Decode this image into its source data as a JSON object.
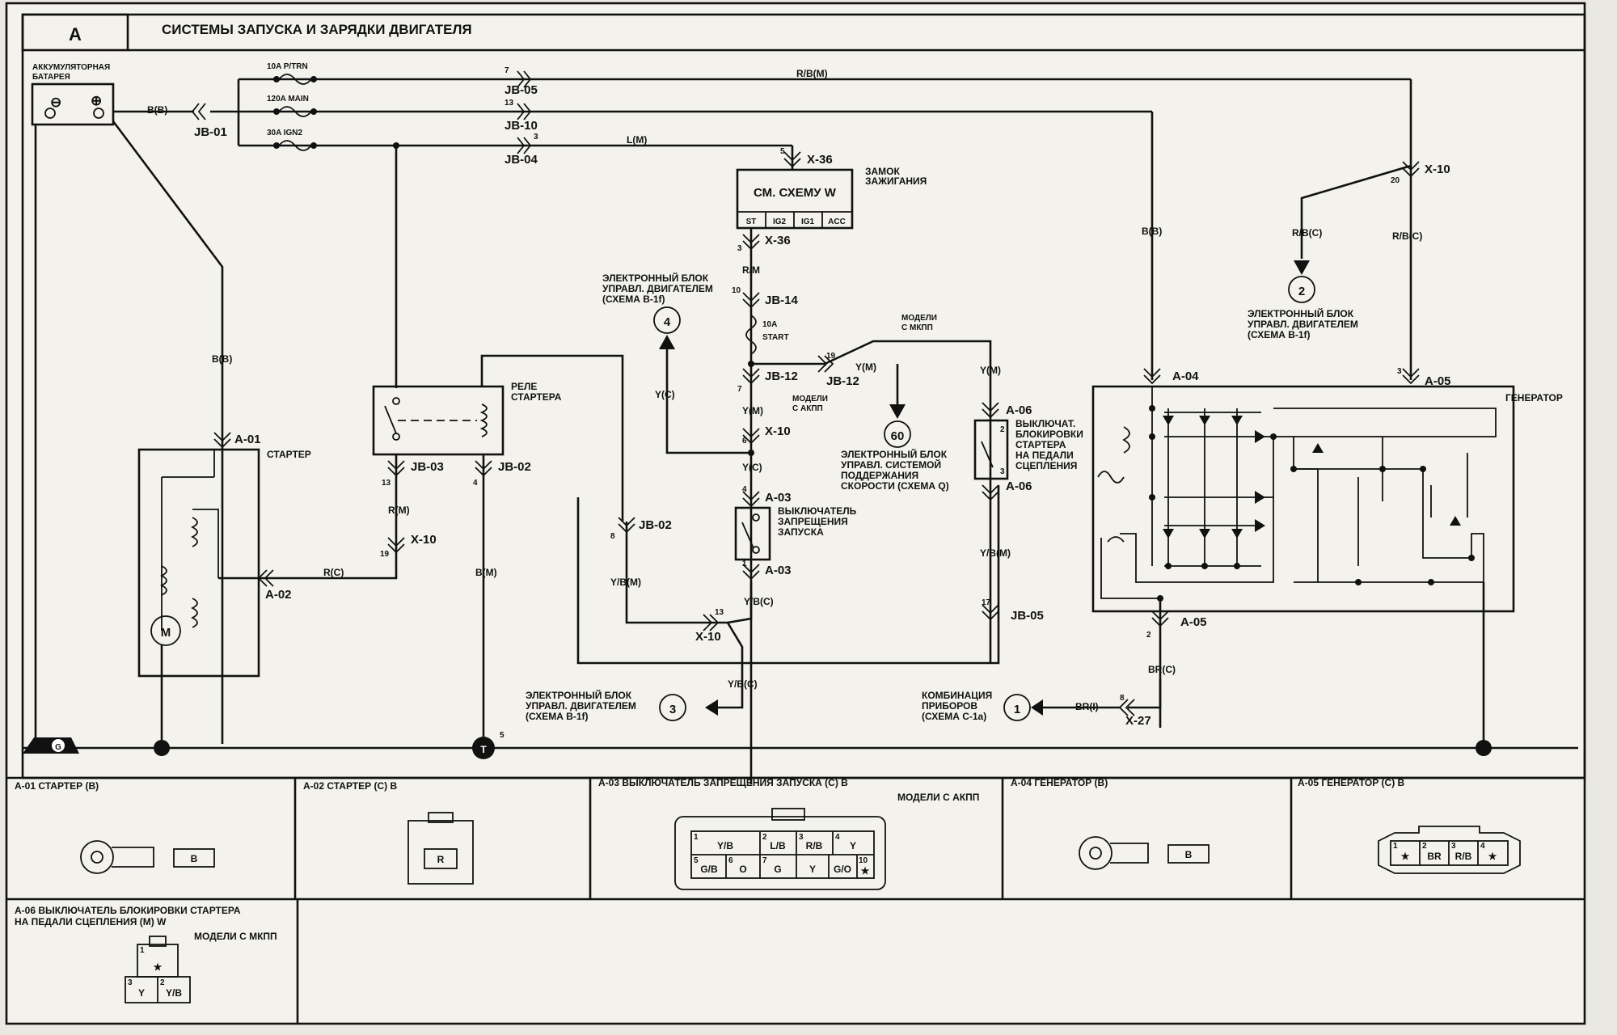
{
  "header": {
    "letter": "A",
    "title": "СИСТЕМЫ ЗАПУСКА И ЗАРЯДКИ ДВИГАТЕЛЯ"
  },
  "battery": {
    "label1": "АККУМУЛЯТОРНАЯ",
    "label2": "БАТАРЕЯ",
    "minus": "⊖",
    "plus": "⊕",
    "wire": "B(B)",
    "connector": "JB-01"
  },
  "fuses": [
    {
      "name": "10A P/TRN",
      "conn": "JB-05",
      "pin": "7"
    },
    {
      "name": "120A MAIN",
      "conn": "JB-10",
      "pin": "13"
    },
    {
      "name": "30A IGN2",
      "conn": "JB-04",
      "pin": "3"
    }
  ],
  "wires": {
    "rbm_top": "R/B(M)",
    "lm": "L(M)",
    "bb_right": "B(B)",
    "rbc_left": "R/B(C)",
    "rbc_right": "R/B(C)",
    "bb_starter": "B(B)",
    "rm": "R(M)",
    "rc": "R(C)",
    "bm": "B(M)",
    "ybm_left": "Y/B(M)",
    "yc_ecu": "Y(C)",
    "rm2": "R/M",
    "ym_jb12": "Y(M)",
    "ym2": "Y(M)",
    "yc2": "Y(C)",
    "ybc": "Y/B(C)",
    "ybc2": "Y/B(C)",
    "ybm_right": "Y/B(M)",
    "ym_right": "Y(M)",
    "brc": "BR(C)",
    "bri": "BR(I)"
  },
  "ignition": {
    "conn_top": "X-36",
    "pin_top": "5",
    "title1": "ЗАМОК",
    "title2": "ЗАЖИГАНИЯ",
    "ref": "СМ. СХЕМУ W",
    "terms": [
      "ST",
      "IG2",
      "IG1",
      "ACC"
    ],
    "conn_bot": "X-36",
    "pin_bot": "3"
  },
  "labels": {
    "jb14": "JB-14",
    "pin10": "10",
    "fuse10a": "10A",
    "start": "START",
    "jb12a": "JB-12",
    "jb12b": "JB-12",
    "pin7": "7",
    "pin19": "19",
    "models_akpp1": "МОДЕЛИ",
    "models_akpp2": "С АКПП",
    "x10_mid": "X-10",
    "pin6": "6",
    "models_mkpp1": "МОДЕЛИ",
    "models_mkpp2": "С МКПП",
    "a03_top": "A-03",
    "pin4": "4",
    "inhibit1": "ВЫКЛЮЧАТЕЛЬ",
    "inhibit2": "ЗАПРЕЩЕНИЯ",
    "inhibit3": "ЗАПУСКА",
    "a03_bot": "A-03",
    "pin1": "1",
    "x10_bot": "X-10",
    "pin13": "13",
    "ecu4_1": "ЭЛЕКТРОННЫЙ БЛОК",
    "ecu4_2": "УПРАВЛ. ДВИГАТЕЛЕМ",
    "ecu4_3": "(СХЕМА B-1f)",
    "ecu4_num": "4",
    "ecu60_1": "ЭЛЕКТРОННЫЙ БЛОК",
    "ecu60_2": "УПРАВЛ. СИСТЕМОЙ",
    "ecu60_3": "ПОДДЕРЖАНИЯ",
    "ecu60_4": "СКОРОСТИ (СХЕМА Q)",
    "ecu60_num": "60",
    "ecu3_1": "ЭЛЕКТРОННЫЙ БЛОК",
    "ecu3_2": "УПРАВЛ. ДВИГАТЕЛЕМ",
    "ecu3_3": "(СХЕМА B-1f)",
    "ecu3_num": "3",
    "cluster1": "КОМБИНАЦИЯ",
    "cluster2": "ПРИБОРОВ",
    "cluster3": "(СХЕМА C-1a)",
    "cluster_num": "1",
    "x27": "X-27",
    "pin8": "8",
    "a06_top": "A-06",
    "a06_bot": "A-06",
    "clutch1": "ВЫКЛЮЧАТ.",
    "clutch2": "БЛОКИРОВКИ",
    "clutch3": "СТАРТЕРА",
    "clutch4": "НА ПЕДАЛИ",
    "clutch5": "СЦЕПЛЕНИЯ",
    "pin2": "2",
    "pin3": "3",
    "pin17": "17",
    "jb05b": "JB-05",
    "relay1": "РЕЛЕ",
    "relay2": "СТАРТЕРА",
    "jb03": "JB-03",
    "jb02a": "JB-02",
    "pin13b": "13",
    "pin4b": "4",
    "x10_relay": "X-10",
    "pin19b": "19",
    "jb02b": "JB-02",
    "pin8b": "8",
    "a01": "A-01",
    "starter": "СТАРТЕР",
    "a02": "A-02",
    "motor": "M",
    "x10_right": "X-10",
    "pin20": "20",
    "ecu2_1": "ЭЛЕКТРОННЫЙ БЛОК",
    "ecu2_2": "УПРАВЛ. ДВИГАТЕЛЕМ",
    "ecu2_3": "(СХЕМА B-1f)",
    "ecu2_num": "2",
    "a04": "A-04",
    "a05_top": "A-05",
    "pin3b": "3",
    "generator": "ГЕНЕРАТОР",
    "a05_bot": "A-05",
    "pin2b": "2",
    "g_ground": "G",
    "t_ground": "T",
    "pin5": "5"
  },
  "connectors": [
    {
      "title": "A-01 СТАРТЕР (B)",
      "pin": "B"
    },
    {
      "title": "A-02 СТАРТЕР (C) B",
      "pin": "R"
    },
    {
      "title": "A-03 ВЫКЛЮЧАТЕЛЬ ЗАПРЕЩЕНИЯ ЗАПУСКА (C) B",
      "note": "МОДЕЛИ С АКПП",
      "row1": [
        {
          "n": "1",
          "v": "Y/B"
        },
        {
          "n": "2",
          "v": "L/B"
        },
        {
          "n": "3",
          "v": "R/B"
        },
        {
          "n": "4",
          "v": "Y"
        }
      ],
      "row2": [
        {
          "n": "5",
          "v": "G/B"
        },
        {
          "n": "6",
          "v": "O"
        },
        {
          "n": "7",
          "v": "G"
        },
        {
          "n": "",
          "v": "Y"
        },
        {
          "n": "",
          "v": "G/O"
        },
        {
          "n": "10",
          "v": "★"
        }
      ]
    },
    {
      "title": "A-04 ГЕНЕРАТОР (B)",
      "pin": "B"
    },
    {
      "title": "A-05 ГЕНЕРАТОР (C) B",
      "pins": [
        {
          "n": "1",
          "v": "★"
        },
        {
          "n": "2",
          "v": "BR"
        },
        {
          "n": "3",
          "v": "R/B"
        },
        {
          "n": "4",
          "v": "★"
        }
      ]
    },
    {
      "title1": "A-06 ВЫКЛЮЧАТЕЛЬ БЛОКИРОВКИ СТАРТЕРА",
      "title2": "НА ПЕДАЛИ СЦЕПЛЕНИЯ (M) W",
      "note": "МОДЕЛИ С МКПП",
      "pins": [
        {
          "n": "1",
          "v": "★"
        },
        {
          "n": "3",
          "v": "Y"
        },
        {
          "n": "2",
          "v": "Y/B"
        }
      ]
    }
  ]
}
